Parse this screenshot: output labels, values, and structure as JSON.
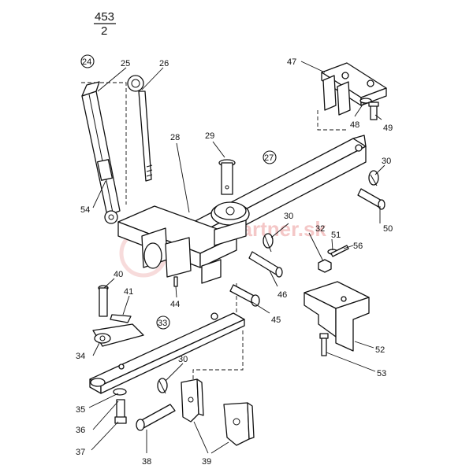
{
  "sheet": {
    "num": "453",
    "den": "2"
  },
  "watermark": "TraktorPartner.sk",
  "circled_labels": [
    "24",
    "27",
    "33"
  ],
  "labels": [
    "25",
    "26",
    "28",
    "29",
    "30",
    "30",
    "30",
    "32",
    "34",
    "35",
    "36",
    "37",
    "38",
    "39",
    "40",
    "41",
    "44",
    "45",
    "46",
    "47",
    "48",
    "49",
    "50",
    "51",
    "52",
    "53",
    "54",
    "56"
  ]
}
